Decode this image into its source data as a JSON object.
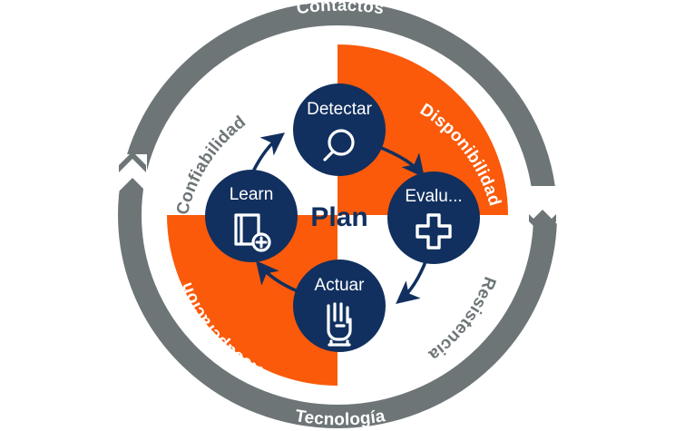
{
  "diagram": {
    "title_center": "Plan",
    "type": "cyclical-quadrant-wheel",
    "colors": {
      "orange": "#fa5a0a",
      "gray": "#6d7577",
      "navy": "#11305f",
      "white": "#ffffff",
      "background": "#ffffff"
    },
    "outer_ring": {
      "name": "outer-gray-ring",
      "color": "#6d7577",
      "labels": [
        {
          "id": "contactos",
          "text": "Contactos",
          "position": "top",
          "color": "#ffffff"
        },
        {
          "id": "tecnologia",
          "text": "Tecnología",
          "position": "bottom",
          "color": "#ffffff"
        }
      ],
      "notches": [
        {
          "id": "notch-left",
          "position": "left",
          "direction": "up"
        },
        {
          "id": "notch-right",
          "position": "right",
          "direction": "down"
        }
      ]
    },
    "quadrants": [
      {
        "id": "confiabilidad",
        "text": "Confiabilidad",
        "position": "top-left",
        "fill": "#ffffff",
        "text_color": "#6d7577"
      },
      {
        "id": "disponibilidad",
        "text": "Disponibilidad",
        "position": "top-right",
        "fill": "#fa5a0a",
        "text_color": "#ffffff"
      },
      {
        "id": "resistencia",
        "text": "Resistencia",
        "position": "bottom-right",
        "fill": "#ffffff",
        "text_color": "#6d7577"
      },
      {
        "id": "recuperacion",
        "text": "Recuperación",
        "position": "bottom-left",
        "fill": "#fa5a0a",
        "text_color": "#ffffff"
      }
    ],
    "nodes": [
      {
        "id": "detectar",
        "label": "Detectar",
        "icon": "magnifier-icon",
        "position": "top",
        "fill": "#11305f"
      },
      {
        "id": "evaluar",
        "label": "Evalu...",
        "icon": "plus-cross-icon",
        "position": "right",
        "fill": "#11305f"
      },
      {
        "id": "actuar",
        "label": "Actuar",
        "icon": "hand-icon",
        "position": "bottom",
        "fill": "#11305f"
      },
      {
        "id": "learn",
        "label": "Learn",
        "icon": "book-plus-icon",
        "position": "left",
        "fill": "#11305f"
      }
    ],
    "arrows": [
      {
        "id": "arrow-detectar-to-evaluar",
        "from": "detectar",
        "to": "evaluar",
        "color": "#11305f"
      },
      {
        "id": "arrow-evaluar-to-actuar",
        "from": "evaluar",
        "to": "actuar",
        "color": "#11305f"
      },
      {
        "id": "arrow-actuar-to-learn",
        "from": "actuar",
        "to": "learn",
        "color": "#11305f"
      },
      {
        "id": "arrow-learn-to-detectar",
        "from": "learn",
        "to": "detectar",
        "color": "#11305f"
      }
    ]
  }
}
